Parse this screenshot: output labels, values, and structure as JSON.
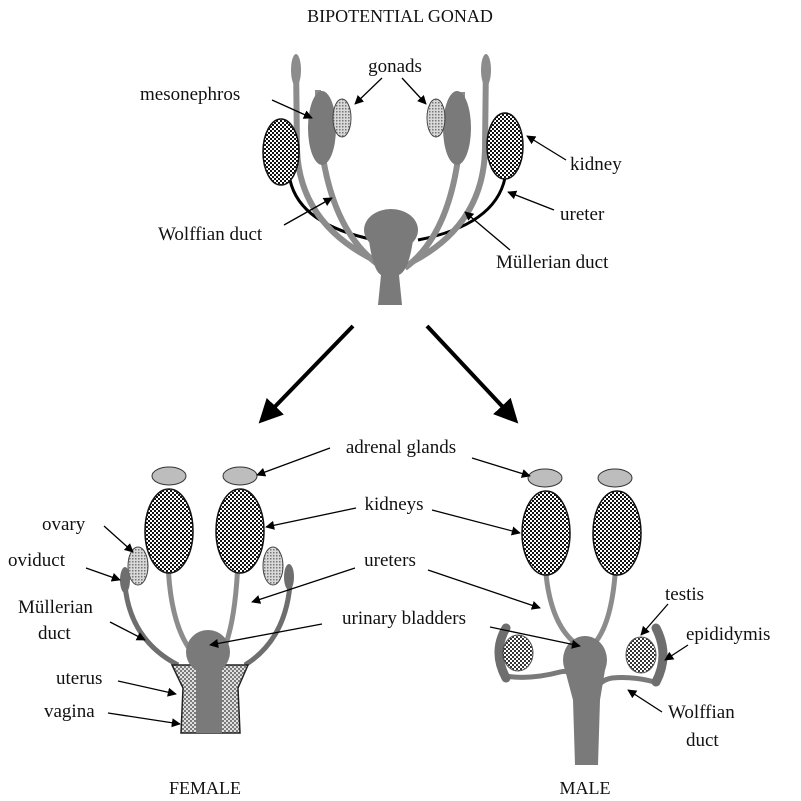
{
  "title": "BIPOTENTIAL GONAD",
  "labels": {
    "gonads": "gonads",
    "mesonephros": "mesonephros",
    "kidney": "kidney",
    "ureter": "ureter",
    "wolffian_duct_top": "Wolffian duct",
    "mullerian_duct_top": "Müllerian duct",
    "adrenal_glands": "adrenal glands",
    "kidneys": "kidneys",
    "ureters": "ureters",
    "urinary_bladders": "urinary bladders",
    "ovary": "ovary",
    "oviduct": "oviduct",
    "mullerian_duct_f_1": "Müllerian",
    "mullerian_duct_f_2": "duct",
    "uterus": "uterus",
    "vagina": "vagina",
    "testis": "testis",
    "epididymis": "epididymis",
    "wolffian_m_1": "Wolffian",
    "wolffian_m_2": "duct"
  },
  "footer": {
    "female": "FEMALE",
    "male": "MALE"
  },
  "colors": {
    "duct_gray": "#8c8c8c",
    "dark_gray": "#6e6e6e",
    "light_gray": "#bdbdbd",
    "black": "#000000"
  }
}
